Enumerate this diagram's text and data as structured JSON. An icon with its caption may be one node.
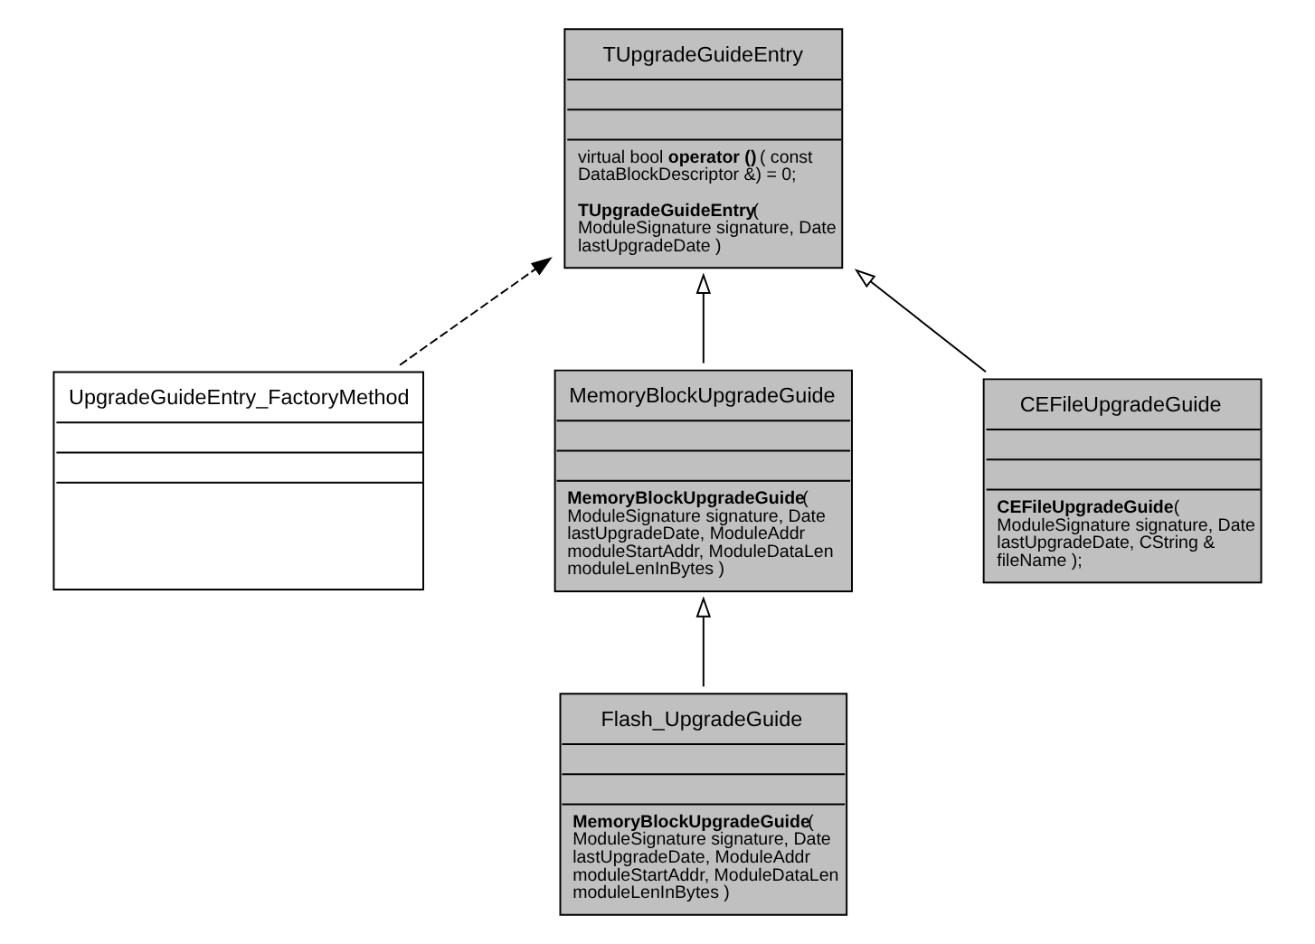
{
  "diagram": {
    "nodes": [
      {
        "text": [
          "TUpgradeGuideEntry",
          "virtual bool **operator ()** ( const DataBlockDescriptor &) = 0;",
          "**TUpgradeGuideEntry**( ModuleSignature signature, Date lastUpgradeDate )"
        ]
      },
      {
        "text": [
          "UpgradeGuideEntry_FactoryMethod"
        ]
      },
      {
        "text": [
          "MemoryBlockUpgradeGuide",
          "**MemoryBlockUpgradeGuide**( ModuleSignature signature, Date lastUpgradeDate, ModuleAddr moduleStartAddr, ModuleDataLen moduleLenInBytes )"
        ]
      },
      {
        "text": [
          "CEFileUpgradeGuide",
          "**CEFileUpgradeGuide**( ModuleSignature signature, Date lastUpgradeDate, CString & fileName );"
        ]
      },
      {
        "text": [
          "Flash_UpgradeGuide",
          "**MemoryBlockUpgradeGuide**( ModuleSignature signature, Date lastUpgradeDate, ModuleAddr moduleStartAddr, ModuleDataLen moduleLenInBytes )"
        ]
      }
    ],
    "edges": [
      {
        "from": 2,
        "to": 0,
        "arrow": "to"
      },
      {
        "from": 3,
        "to": 0,
        "arrow": "to"
      },
      {
        "from": 4,
        "to": 2,
        "arrow": "to"
      },
      {
        "from": 1,
        "to": 0,
        "arrow": "to",
        "style": "dashed"
      }
    ]
  }
}
